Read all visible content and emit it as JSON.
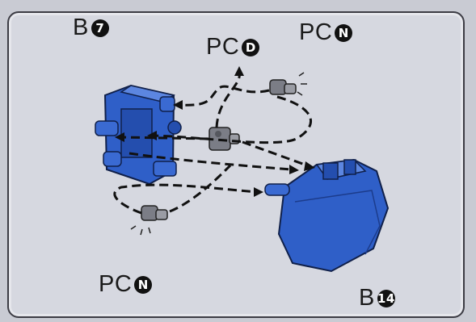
{
  "labels": {
    "part_b_top": {
      "letter": "B",
      "number": "7"
    },
    "part_pc_d": {
      "letter": "PC",
      "number": "D"
    },
    "part_pc_n_top": {
      "letter": "PC",
      "number": "N"
    },
    "part_pc_n_bottom": {
      "letter": "PC",
      "number": "N"
    },
    "part_b_bottom": {
      "letter": "B",
      "number": "14"
    }
  },
  "colors": {
    "part_blue": "#2f5fc8",
    "part_blue_dark": "#1c3c8c",
    "polycap_gray": "#7b7d86",
    "arrow": "#111111"
  }
}
